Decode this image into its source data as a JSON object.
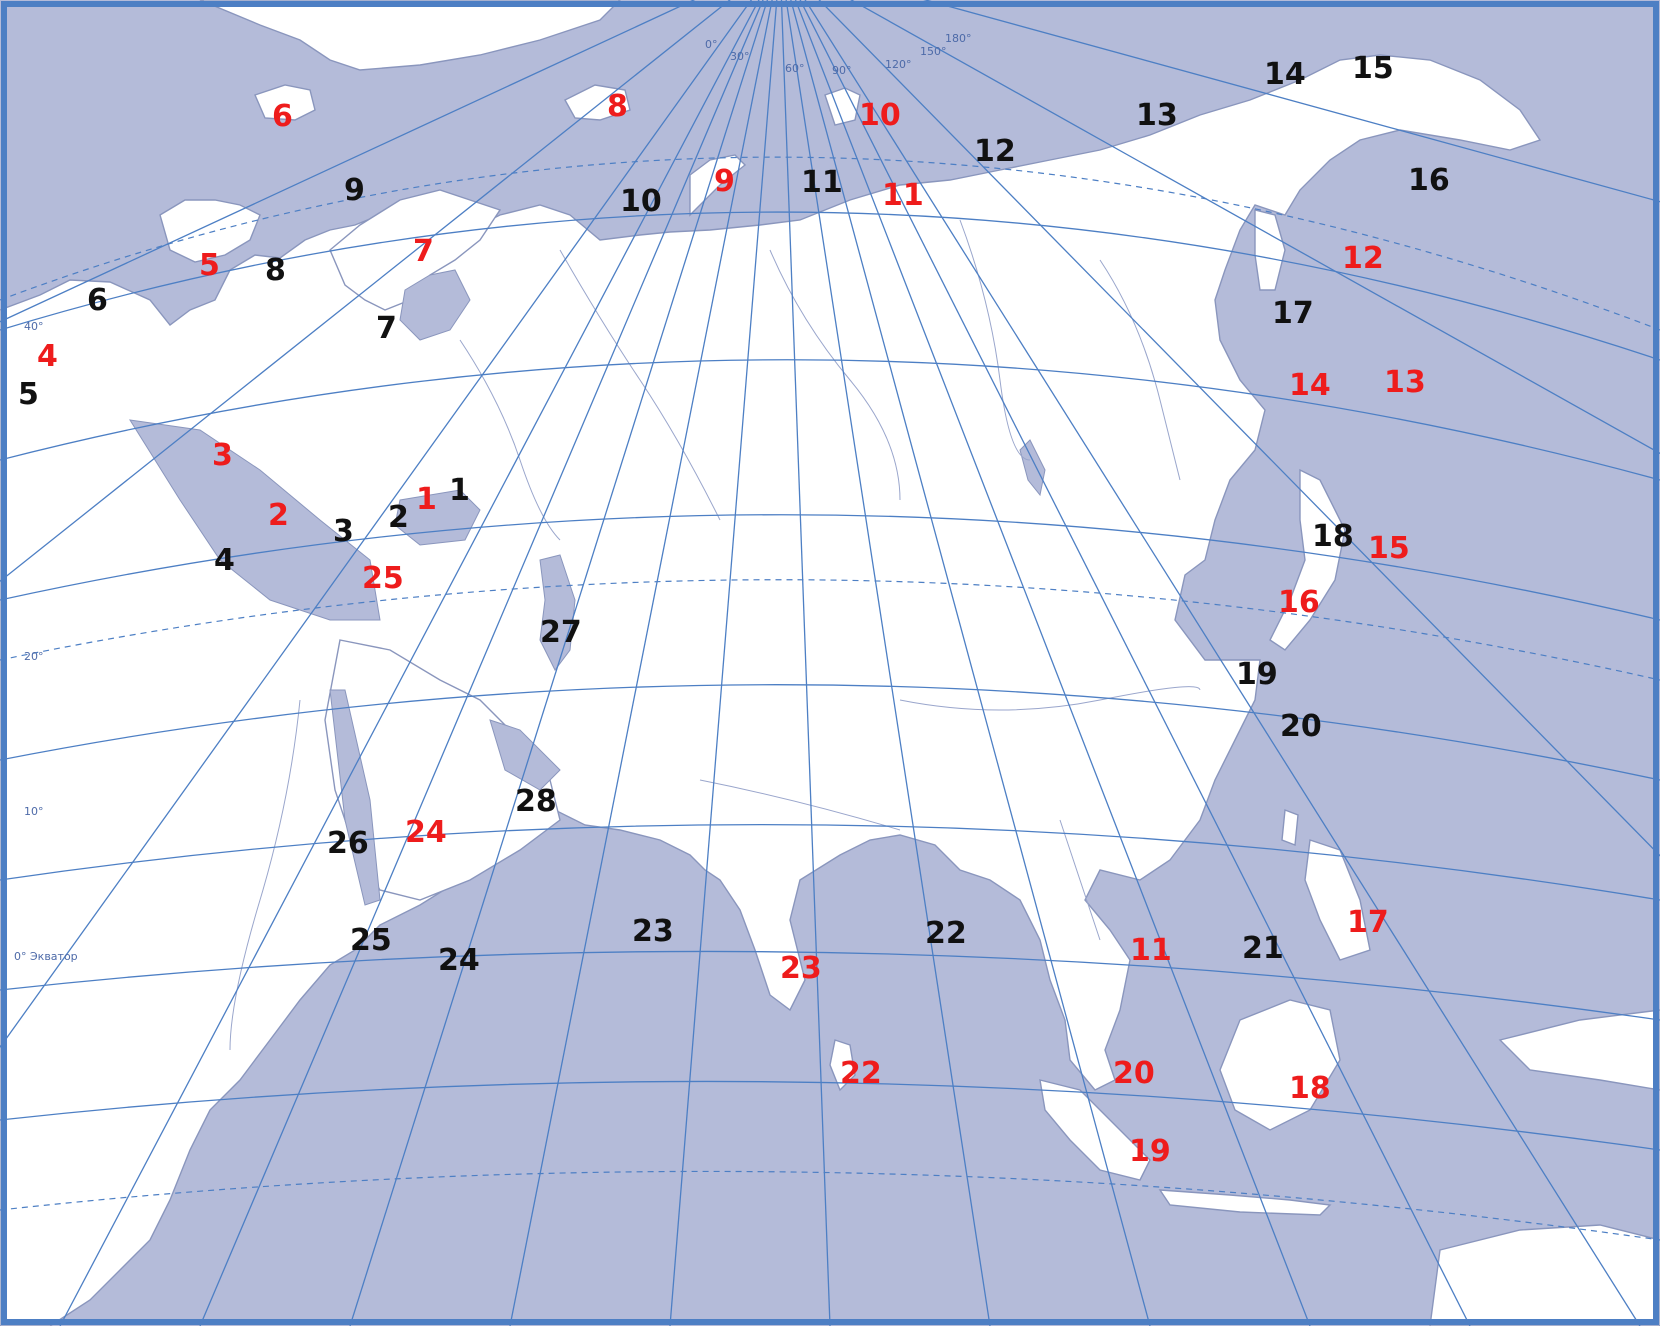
{
  "colors": {
    "sea": "#b4bbd9",
    "land": "#ffffff",
    "graticule": "#4d7fc4",
    "black_label": "#111111",
    "red_label": "#ee1c1c"
  },
  "black_labels": [
    "1",
    "2",
    "3",
    "4",
    "5",
    "6",
    "7",
    "8",
    "9",
    "10",
    "11",
    "12",
    "13",
    "14",
    "15",
    "16",
    "17",
    "18",
    "19",
    "20",
    "21",
    "22",
    "23",
    "24",
    "25",
    "26",
    "27",
    "28"
  ],
  "red_labels": [
    "1",
    "2",
    "3",
    "4",
    "5",
    "6",
    "7",
    "8",
    "9",
    "10",
    "11",
    "11",
    "12",
    "13",
    "14",
    "15",
    "16",
    "17",
    "18",
    "19",
    "20",
    "22",
    "23",
    "24",
    "25"
  ],
  "meridian_ticks": [
    "0°",
    "30°",
    "60°",
    "90°",
    "120°",
    "150°",
    "180°"
  ],
  "parallel_ticks": [
    "40°",
    "20°",
    "10°",
    "0° Экватор"
  ]
}
